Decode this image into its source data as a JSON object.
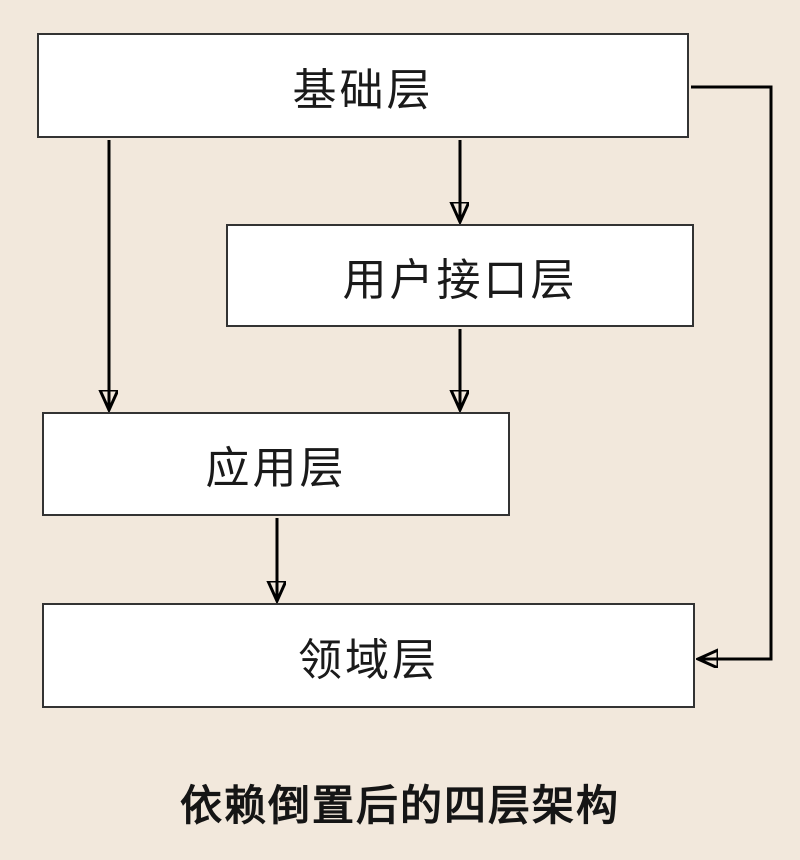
{
  "diagram": {
    "caption": "依赖倒置后的四层架构",
    "nodes": [
      {
        "id": "infrastructure-layer",
        "label": "基础层"
      },
      {
        "id": "user-interface-layer",
        "label": "用户接口层"
      },
      {
        "id": "application-layer",
        "label": "应用层"
      },
      {
        "id": "domain-layer",
        "label": "领域层"
      }
    ],
    "edges": [
      {
        "from": "基础层",
        "to": "应用层",
        "route": "straight-down-left-side"
      },
      {
        "from": "基础层",
        "to": "用户接口层",
        "route": "straight-down-center"
      },
      {
        "from": "用户接口层",
        "to": "应用层",
        "route": "straight-down-center"
      },
      {
        "from": "应用层",
        "to": "领域层",
        "route": "straight-down"
      },
      {
        "from": "基础层",
        "to": "领域层",
        "route": "elbow-right-side-into-right-edge"
      }
    ],
    "colors": {
      "background": "#F2E8DC",
      "node_fill": "#FFFFFF",
      "node_border": "#333333",
      "connector": "#000000",
      "text": "#1A1A1A"
    }
  }
}
